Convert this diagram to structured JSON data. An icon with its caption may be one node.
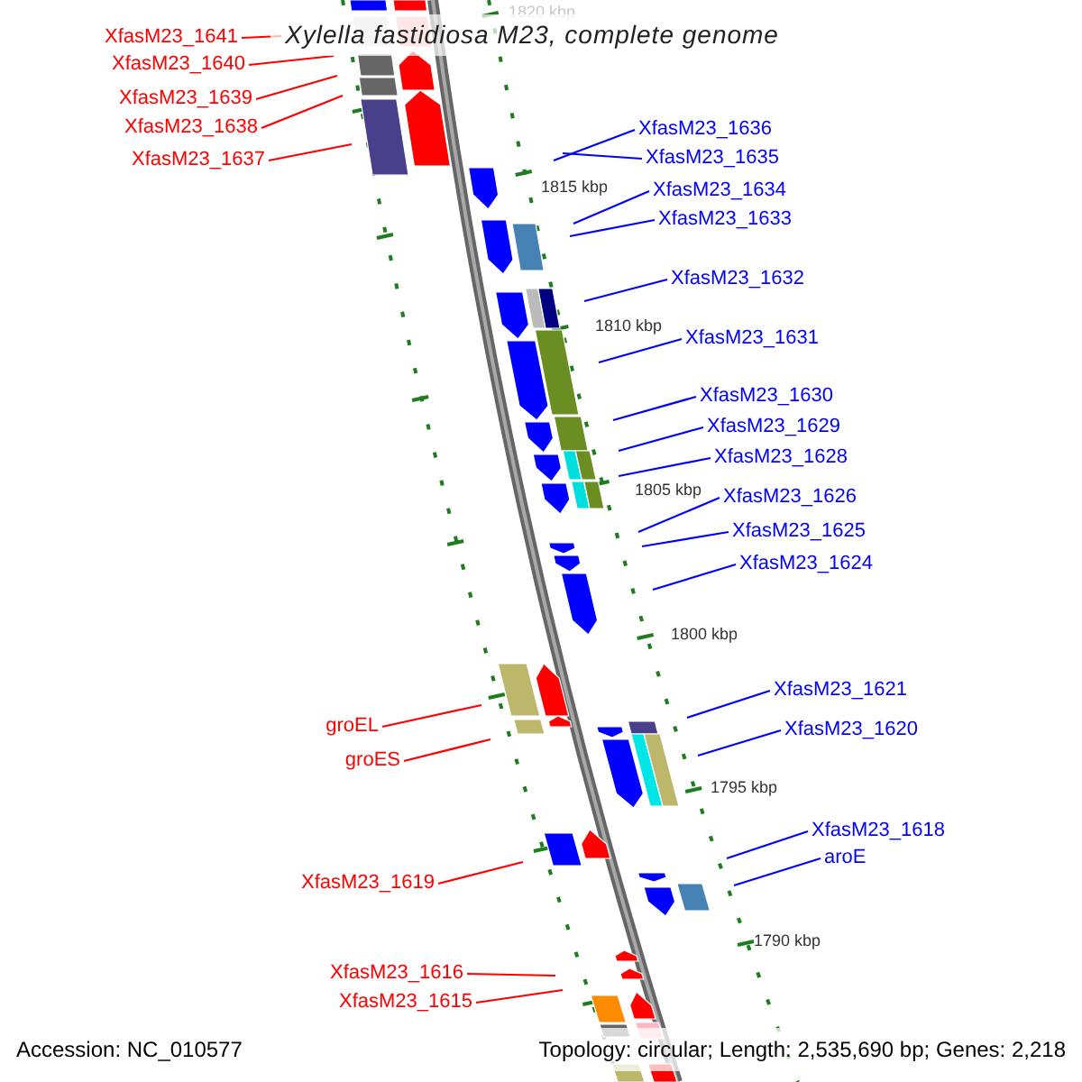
{
  "diagram": {
    "title": "Xylella fastidiosa M23, complete genome",
    "nodes": [
      {
        "text": [
          "XfasM23_1641"
        ]
      },
      {
        "text": [
          "XfasM23_1640"
        ]
      },
      {
        "text": [
          "XfasM23_1639"
        ]
      },
      {
        "text": [
          "XfasM23_1638"
        ]
      },
      {
        "text": [
          "XfasM23_1636"
        ]
      },
      {
        "text": [
          "XfasM23_1635"
        ]
      },
      {
        "text": [
          "XfasM23_1637"
        ]
      },
      {
        "text": [
          "XfasM23_1634"
        ]
      },
      {
        "text": [
          "XfasM23_1633"
        ]
      },
      {
        "text": [
          "XfasM23_1632"
        ]
      },
      {
        "text": [
          "XfasM23_1631"
        ]
      },
      {
        "text": [
          "XfasM23_1630"
        ]
      },
      {
        "text": [
          "XfasM23_1629"
        ]
      },
      {
        "text": [
          "XfasM23_1628"
        ]
      },
      {
        "text": [
          "XfasM23_1626"
        ]
      },
      {
        "text": [
          "XfasM23_1625"
        ]
      },
      {
        "text": [
          "XfasM23_1624"
        ]
      },
      {
        "text": [
          "XfasM23_1621"
        ]
      },
      {
        "text": [
          "groEL"
        ]
      },
      {
        "text": [
          "XfasM23_1620"
        ]
      },
      {
        "text": [
          "groES"
        ]
      },
      {
        "text": [
          "XfasM23_1618"
        ]
      },
      {
        "text": [
          "aroE"
        ]
      },
      {
        "text": [
          "XfasM23_1619"
        ]
      },
      {
        "text": [
          "XfasM23_1616"
        ]
      },
      {
        "text": [
          "XfasM23_1615"
        ]
      }
    ],
    "edges": [
      {
        "from": 0,
        "to": null,
        "arrow": "none",
        "color": "#ff0000"
      },
      {
        "from": 1,
        "to": null,
        "arrow": "none",
        "color": "#ff0000"
      },
      {
        "from": 2,
        "to": null,
        "arrow": "none",
        "color": "#ff0000"
      },
      {
        "from": 3,
        "to": null,
        "arrow": "none",
        "color": "#ff0000"
      },
      {
        "from": 4,
        "to": null,
        "arrow": "none"
      },
      {
        "from": 5,
        "to": null,
        "arrow": "none"
      },
      {
        "from": 6,
        "to": null,
        "arrow": "none",
        "color": "#ff0000"
      },
      {
        "from": 7,
        "to": null,
        "arrow": "none"
      },
      {
        "from": 8,
        "to": null,
        "arrow": "none"
      },
      {
        "from": 9,
        "to": null,
        "arrow": "none"
      },
      {
        "from": 10,
        "to": null,
        "arrow": "none"
      },
      {
        "from": 11,
        "to": null,
        "arrow": "none"
      },
      {
        "from": 12,
        "to": null,
        "arrow": "none"
      },
      {
        "from": 13,
        "to": null,
        "arrow": "none"
      },
      {
        "from": 14,
        "to": null,
        "arrow": "none"
      },
      {
        "from": 15,
        "to": null,
        "arrow": "none"
      },
      {
        "from": 16,
        "to": null,
        "arrow": "none"
      },
      {
        "from": 17,
        "to": null,
        "arrow": "none"
      },
      {
        "from": 18,
        "to": null,
        "arrow": "none",
        "color": "#ff0000"
      },
      {
        "from": 19,
        "to": null,
        "arrow": "none"
      },
      {
        "from": 20,
        "to": null,
        "arrow": "none",
        "color": "#ff0000"
      },
      {
        "from": 21,
        "to": null,
        "arrow": "none"
      },
      {
        "from": 22,
        "to": null,
        "arrow": "none"
      },
      {
        "from": 23,
        "to": null,
        "arrow": "none",
        "color": "#ff0000"
      },
      {
        "from": 24,
        "to": null,
        "arrow": "none",
        "color": "#ff0000"
      },
      {
        "from": 25,
        "to": null,
        "arrow": "none",
        "color": "#ff0000"
      }
    ],
    "labels": [
      "1820 kbp",
      "1815 kbp",
      "1810 kbp",
      "1805 kbp",
      "1800 kbp",
      "1795 kbp",
      "1790 kbp",
      "Accession: NC_010577",
      "Topology: circular; Length: 2,535,690 bp; Genes: 2,218"
    ]
  }
}
